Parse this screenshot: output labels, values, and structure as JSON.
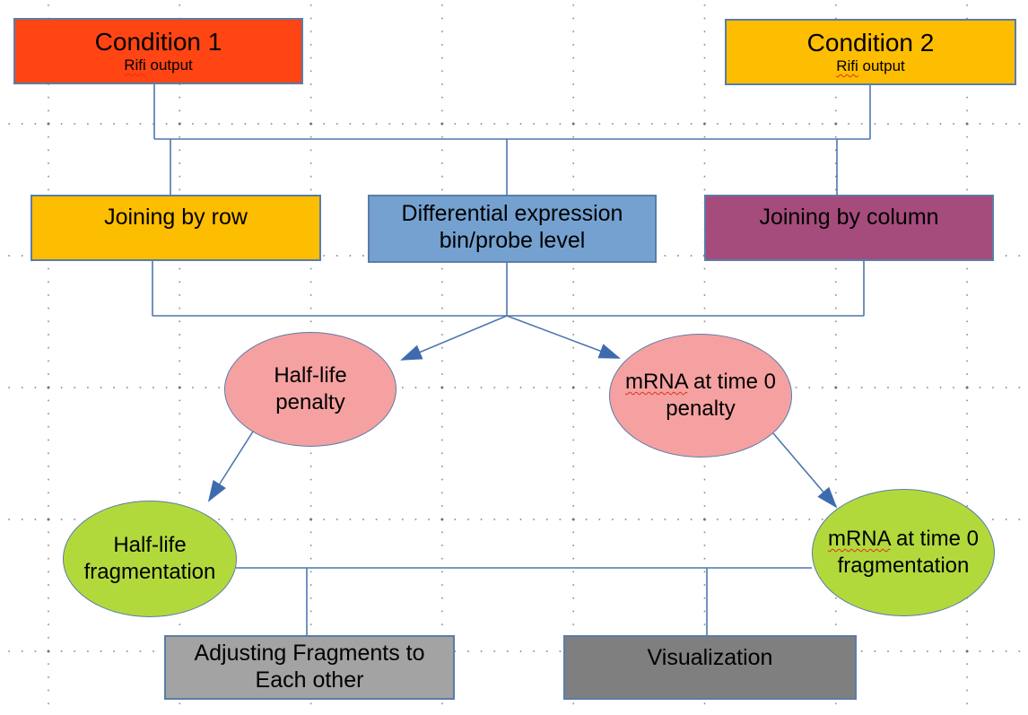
{
  "app": {
    "type": "drawing-canvas-flowchart"
  },
  "colors": {
    "condition1_fill": "#FF4513",
    "condition2_fill": "#FDBD01",
    "joining_row_fill": "#FDBD01",
    "diff_expr_fill": "#74A1D0",
    "joining_col_fill": "#A54C7C",
    "penalty_fill": "#F5A1A1",
    "fragmentation_fill": "#B2D93C",
    "adjusting_fill": "#A3A3A3",
    "visualization_fill": "#7F7F7F",
    "shape_border": "#5b7ca8",
    "connector": "#4f77ad",
    "arrowhead": "#3e6bae",
    "grid_dot": "#8a8a8a",
    "spellcheck_underline": "#e0301e"
  },
  "nodes": {
    "condition1": {
      "title": "Condition 1",
      "subtitle_misspelled": "Rifi",
      "subtitle_rest": " output"
    },
    "condition2": {
      "title": "Condition 2",
      "subtitle_misspelled": "Rifi",
      "subtitle_rest": " output"
    },
    "joining_row": {
      "label": "Joining by row"
    },
    "diff_expr": {
      "line1": "Differential expression",
      "line2": "bin/probe level"
    },
    "joining_col": {
      "label": "Joining by column"
    },
    "halflife_penalty": {
      "line1": "Half-life",
      "line2": "penalty"
    },
    "mrna_penalty": {
      "line1_misspelled": "mRNA",
      "line1_rest": " at time 0",
      "line2": "penalty"
    },
    "halflife_fragmentation": {
      "line1": "Half-life",
      "line2": "fragmentation"
    },
    "mrna_fragmentation": {
      "line1_misspelled": "mRNA",
      "line1_rest": " at time 0",
      "line2": "fragmentation"
    },
    "adjusting": {
      "line1": "Adjusting Fragments to",
      "line2": "Each other"
    },
    "visualization": {
      "label": "Visualization"
    }
  }
}
